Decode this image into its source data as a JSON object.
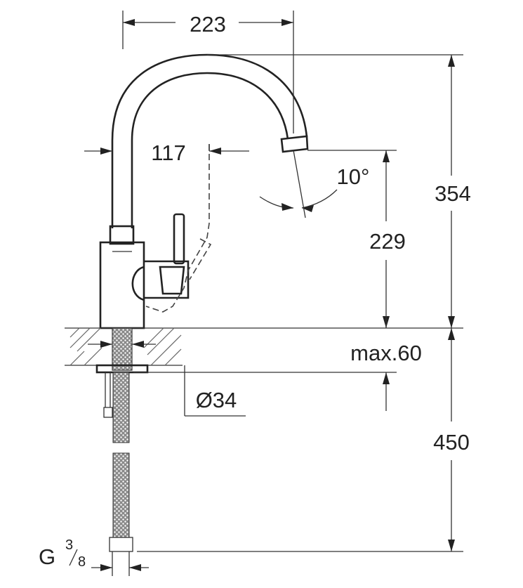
{
  "dimensions": {
    "spout_reach": "223",
    "handle_reach": "117",
    "spout_angle": "10°",
    "spout_height": "229",
    "total_height": "354",
    "max_thickness": "max.60",
    "hole_diameter": "Ø34",
    "hose_length": "450",
    "thread_prefix": "G",
    "thread_num": "3",
    "thread_den": "8"
  },
  "colors": {
    "line": "#333333",
    "background": "#ffffff"
  }
}
